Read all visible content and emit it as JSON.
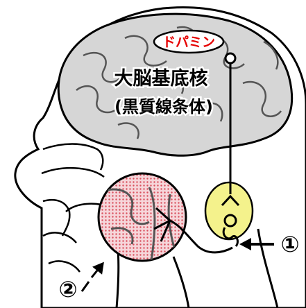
{
  "labels": {
    "dopamine": "ドパミン",
    "region_line1": "大脳基底核",
    "region_line2": "(黒質線条体)",
    "marker_1": "①",
    "marker_2": "②"
  },
  "colors": {
    "dopamine_text": "#e60000",
    "nucleus_fill": "#f4f28c",
    "throat_fill": "#f2c9cf",
    "throat_dots": "#e0606e",
    "outline": "#000000",
    "skin": "#ffffff",
    "brain_fill": "#d9d9d9"
  },
  "icons": {
    "arrow_1": "arrow-left-icon",
    "arrow_2": "arrow-up-right-icon"
  }
}
